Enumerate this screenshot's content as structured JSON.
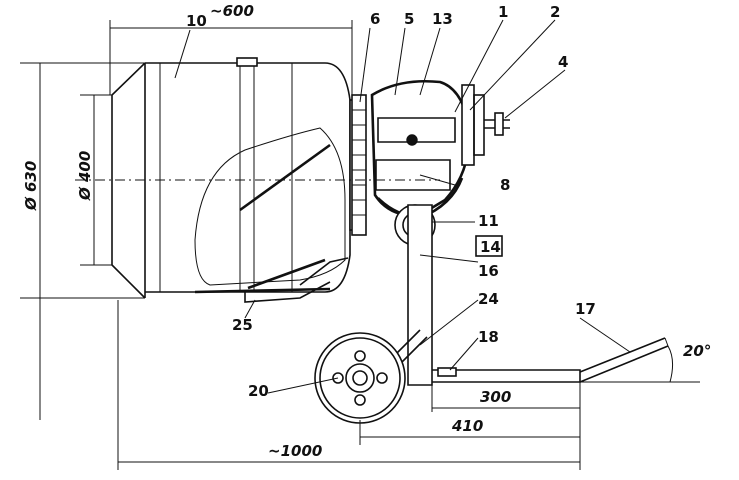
{
  "labels": {
    "l1": "1",
    "l2": "2",
    "l4": "4",
    "l5": "5",
    "l6": "6",
    "l8": "8",
    "l10": "10",
    "l11": "11",
    "l13": "13",
    "l14": "14",
    "l16": "16",
    "l17": "17",
    "l18": "18",
    "l20": "20",
    "l24": "24",
    "l25": "25"
  },
  "dimensions": {
    "top_length": "~600",
    "drum_opening_diameter": "Ø 400",
    "drum_diameter": "Ø 630",
    "handle_length": "300",
    "wheel_to_end": "410",
    "overall_length": "~1000",
    "handle_angle": "20°"
  }
}
